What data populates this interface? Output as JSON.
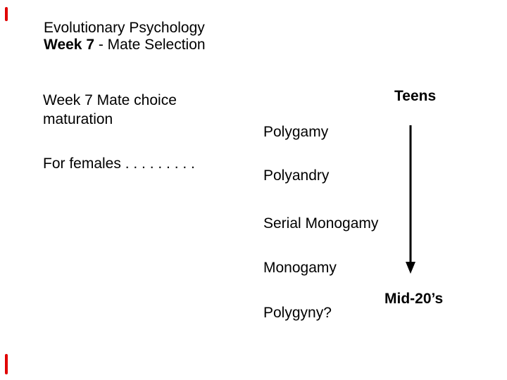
{
  "slide": {
    "background_color": "#ffffff",
    "text_color": "#000000",
    "accent_red": "#e00000",
    "header": {
      "line1": "Evolutionary Psychology",
      "line2_bold": "Week 7",
      "line2_rest": " - Mate Selection"
    },
    "intro": {
      "line1": "Week 7 Mate choice",
      "line2": "maturation"
    },
    "for_females": "For females . . . . . . . . .",
    "mating_systems": [
      "Polygamy",
      "Polyandry",
      "Serial Monogamy",
      "Monogamy",
      "Polygyny?"
    ],
    "timeline": {
      "start_label": "Teens",
      "end_label": "Mid-20’s",
      "arrow_icon": "down-arrow-icon"
    }
  }
}
